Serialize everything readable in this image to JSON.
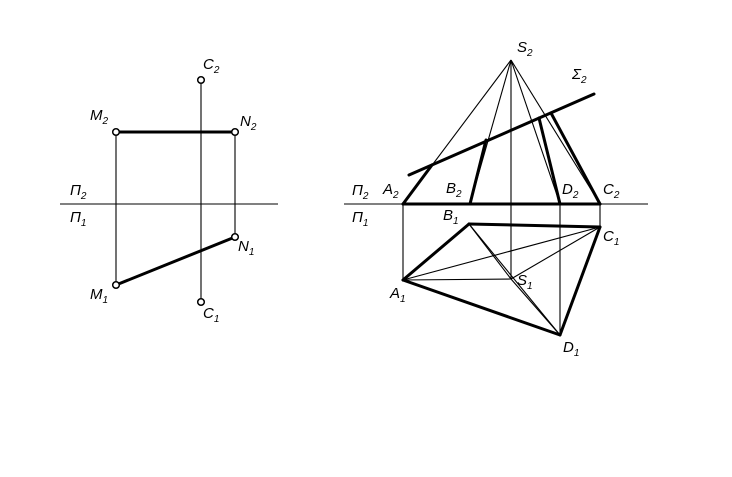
{
  "labels": {
    "C2": {
      "main": "C",
      "sub": "2"
    },
    "M2": {
      "main": "M",
      "sub": "2"
    },
    "N2": {
      "main": "N",
      "sub": "2"
    },
    "P2_left": {
      "main": "Π",
      "sub": "2"
    },
    "P1_left": {
      "main": "Π",
      "sub": "1"
    },
    "N1": {
      "main": "N",
      "sub": "1"
    },
    "M1": {
      "main": "M",
      "sub": "1"
    },
    "C1": {
      "main": "C",
      "sub": "1"
    },
    "S2": {
      "main": "S",
      "sub": "2"
    },
    "Sigma2": {
      "main": "Σ",
      "sub": "2"
    },
    "P2_right": {
      "main": "Π",
      "sub": "2"
    },
    "P1_right": {
      "main": "Π",
      "sub": "1"
    },
    "A2": {
      "main": "A",
      "sub": "2"
    },
    "B2": {
      "main": "B",
      "sub": "2"
    },
    "D2": {
      "main": "D",
      "sub": "2"
    },
    "Cr2": {
      "main": "C",
      "sub": "2"
    },
    "B1": {
      "main": "B",
      "sub": "1"
    },
    "Cr1": {
      "main": "C",
      "sub": "1"
    },
    "S1": {
      "main": "S",
      "sub": "1"
    },
    "A1": {
      "main": "A",
      "sub": "1"
    },
    "D1": {
      "main": "D",
      "sub": "1"
    }
  }
}
